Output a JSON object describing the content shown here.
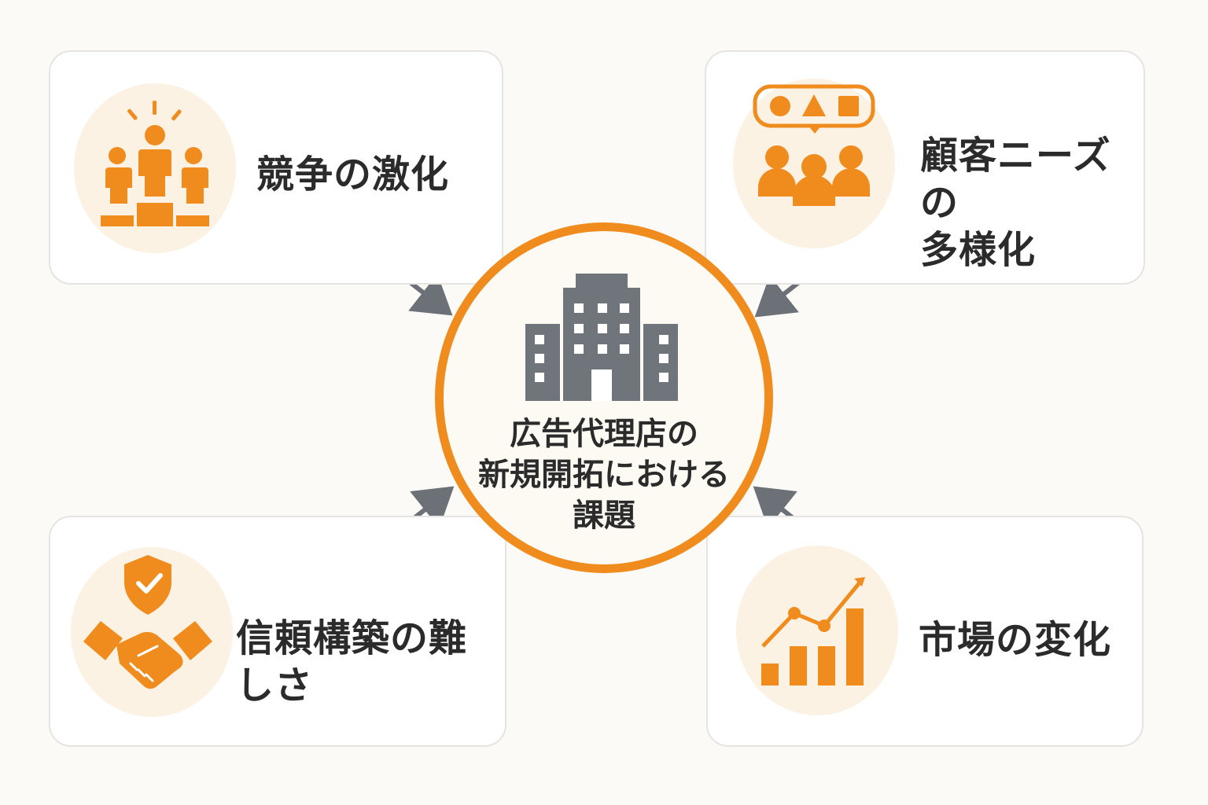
{
  "center": {
    "title": "広告代理店の\n新規開拓における\n課題",
    "icon": "office-building-icon"
  },
  "challenges": [
    {
      "label": "競争の激化",
      "icon": "competition-podium-icon"
    },
    {
      "label": "顧客ニーズの\n多様化",
      "icon": "diverse-customers-icon"
    },
    {
      "label": "信頼構築の難しさ",
      "icon": "handshake-shield-icon"
    },
    {
      "label": "市場の変化",
      "icon": "market-growth-chart-icon"
    }
  ],
  "colors": {
    "accent": "#f08c1e",
    "icon_gray": "#6f757b",
    "arrow_gray": "#6b7177",
    "text": "#2b2b2b",
    "card_border": "#e6e4e0",
    "icon_bg": "#fbf2e4"
  }
}
